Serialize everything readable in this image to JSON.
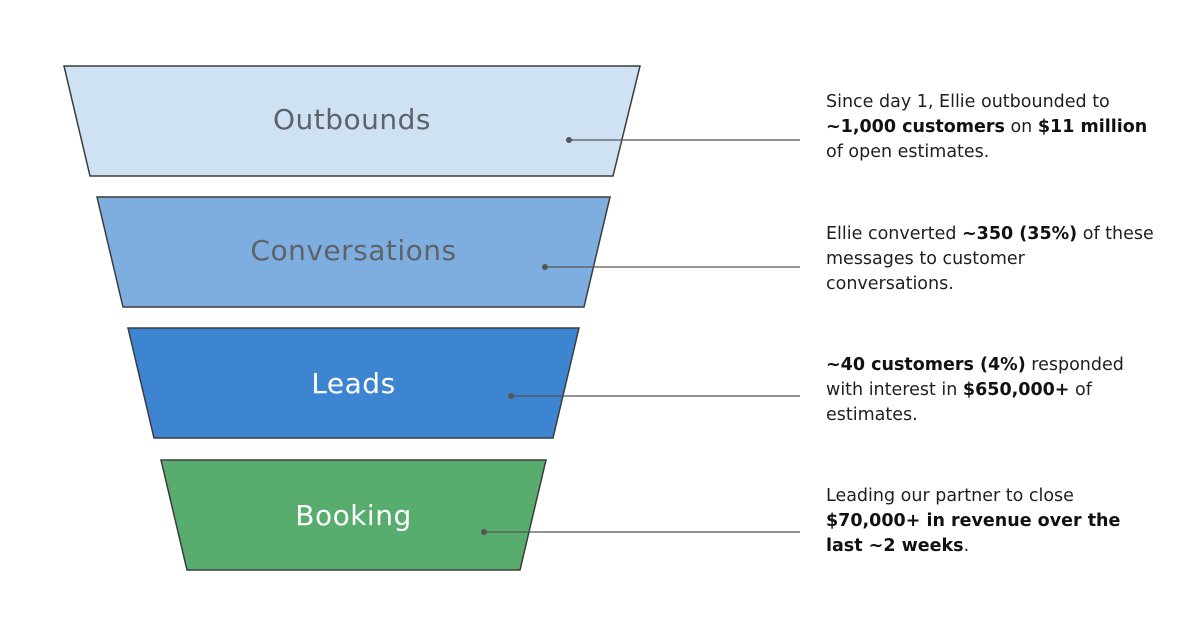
{
  "funnel": {
    "stages": [
      {
        "label": "Outbounds",
        "fill": "#cfe2f3",
        "text_color": "#5f6368",
        "note": [
          {
            "text": "Since day 1, Ellie outbounded to ",
            "bold": false
          },
          {
            "text": "~1,000 customers",
            "bold": true
          },
          {
            "text": " on ",
            "bold": false
          },
          {
            "text": "$11 million",
            "bold": true
          },
          {
            "text": " of open estimates.",
            "bold": false
          }
        ]
      },
      {
        "label": "Conversations",
        "fill": "#7eaedf",
        "text_color": "#5f6368",
        "note": [
          {
            "text": "Ellie converted ",
            "bold": false
          },
          {
            "text": "~350 (35%)",
            "bold": true
          },
          {
            "text": " of these messages to customer conversations.",
            "bold": false
          }
        ]
      },
      {
        "label": "Leads",
        "fill": "#3d85d1",
        "text_color": "#ffffff",
        "note": [
          {
            "text": "~40 customers (4%)",
            "bold": true
          },
          {
            "text": " responded with interest in ",
            "bold": false
          },
          {
            "text": "$650,000+",
            "bold": true
          },
          {
            "text": " of estimates.",
            "bold": false
          }
        ]
      },
      {
        "label": "Booking",
        "fill": "#57ac6e",
        "text_color": "#ffffff",
        "note": [
          {
            "text": "Leading our partner to close ",
            "bold": false
          },
          {
            "text": "$70,000+ in revenue over the last ~2 weeks",
            "bold": true
          },
          {
            "text": ".",
            "bold": false
          }
        ]
      }
    ],
    "stroke_color": "#3c3c3c",
    "connector_color": "#555555"
  }
}
